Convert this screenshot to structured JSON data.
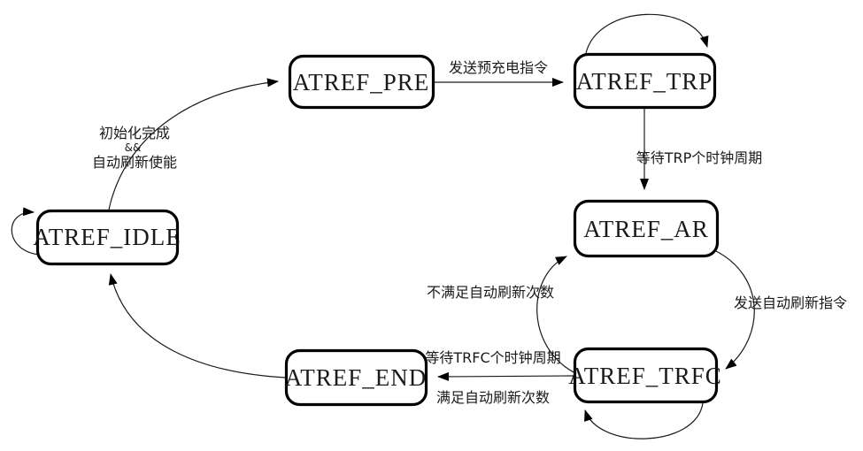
{
  "diagram": {
    "type": "state-machine",
    "background_color": "#ffffff",
    "line_color": "#000000",
    "states": [
      {
        "id": "idle",
        "label": "ATREF_IDLE",
        "has_self_loop": true
      },
      {
        "id": "pre",
        "label": "ATREF_PRE",
        "has_self_loop": false
      },
      {
        "id": "trp",
        "label": "ATREF_TRP",
        "has_self_loop": true
      },
      {
        "id": "ar",
        "label": "ATREF_AR",
        "has_self_loop": false
      },
      {
        "id": "trfc",
        "label": "ATREF_TRFC",
        "has_self_loop": true
      },
      {
        "id": "end",
        "label": "ATREF_END",
        "has_self_loop": false
      }
    ],
    "transitions": [
      {
        "from": "idle",
        "to": "pre",
        "label_lines": [
          "初始化完成",
          "&&",
          "自动刷新使能"
        ]
      },
      {
        "from": "pre",
        "to": "trp",
        "label": "发送预充电指令"
      },
      {
        "from": "trp",
        "to": "trp",
        "label": ""
      },
      {
        "from": "trp",
        "to": "ar",
        "label": "等待TRP个时钟周期"
      },
      {
        "from": "ar",
        "to": "trfc",
        "label": "发送自动刷新指令"
      },
      {
        "from": "trfc",
        "to": "ar",
        "label": "不满足自动刷新次数"
      },
      {
        "from": "trfc",
        "to": "end",
        "labels": [
          "等待TRFC个时钟周期",
          "满足自动刷新次数"
        ]
      },
      {
        "from": "trfc",
        "to": "trfc",
        "label": ""
      },
      {
        "from": "end",
        "to": "idle",
        "label": ""
      },
      {
        "from": "idle",
        "to": "idle",
        "label": ""
      }
    ]
  }
}
